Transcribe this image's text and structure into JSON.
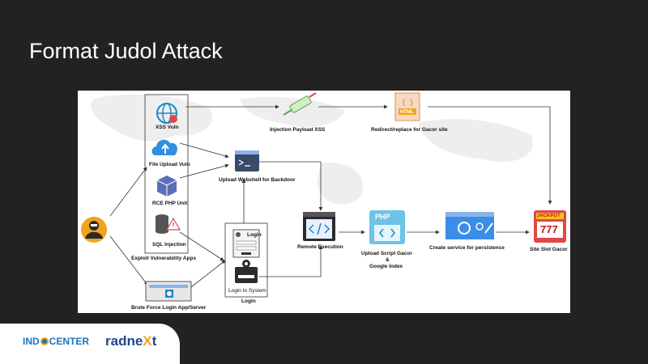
{
  "slide": {
    "title": "Format Judol Attack"
  },
  "diagram": {
    "labels": {
      "xss": "XSS Vuln",
      "file_upload": "File Upload Vuln",
      "rce_php": "RCE PHP Unit",
      "sqli": "SQL Injection",
      "exploit_group": "Exploit Vulnerability Apps",
      "brute_force": "Brute Force Login App/Server",
      "injection_xss": "Injection Payload XSS",
      "redirect": "Redirect/replace for Gacor site",
      "webshell": "Upload Webshell for Backdoor",
      "login_form": "Login",
      "login_system": "Login to System",
      "login_caption": "Login",
      "remote_exec": "Remote Execution",
      "upload_script_1": "Upload Script Gacor",
      "upload_script_2": "&",
      "upload_script_3": "Google Index",
      "create_service": "Create service for persistence",
      "site_slot": "Site Slot Gacor",
      "php_badge": "PHP",
      "jackpot": "JACKPOT",
      "sevens": "777",
      "html_badge": "HTML"
    }
  },
  "footer": {
    "brand1_a": "IND",
    "brand1_b": "CENTER",
    "brand2_a": "radne",
    "brand2_b": "X",
    "brand2_c": "t"
  }
}
